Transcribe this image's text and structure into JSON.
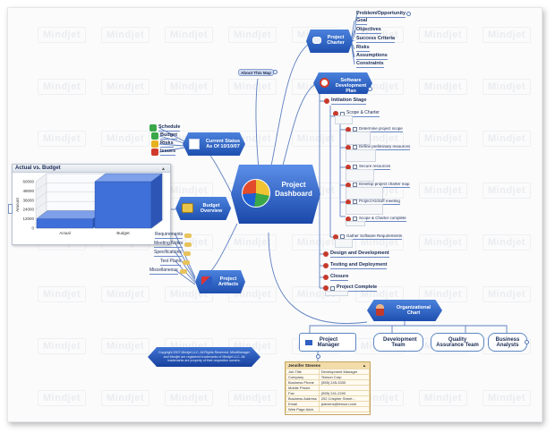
{
  "watermark_text": "Mindjet",
  "central": {
    "title": "Project Dashboard"
  },
  "about": "About This Map",
  "project_charter": {
    "title": "Project Charter",
    "items": [
      "Problem/Opportunity",
      "Goal",
      "Objectives",
      "Success Criteria",
      "Risks",
      "Assumptions",
      "Constraints"
    ]
  },
  "software_plan": {
    "title": "Software Development Plan"
  },
  "initiation": {
    "title": "Initiation Stage",
    "scope": "Scope & Charter",
    "tasks": [
      "Determine project scope",
      "Define preliminary resources",
      "Secure resources",
      "Develop project charter map",
      "Project Kickoff meeting",
      "Scope & Charter complete"
    ],
    "gather": "Gather Software Requirements"
  },
  "phases": [
    "Design and Development",
    "Testing and Deployment",
    "Closure"
  ],
  "project_complete": "Project Complete",
  "status": {
    "title": "Current Status As Of 10/10/07",
    "items": [
      "Schedule",
      "Budget",
      "Risks",
      "Issues"
    ]
  },
  "budget": {
    "title": "Budget Overview"
  },
  "artifacts": {
    "title": "Project Artifacts",
    "items": [
      "Requirements",
      "Meeting Notes",
      "Specifications",
      "Test Plans",
      "Miscellaneous"
    ]
  },
  "org": {
    "title": "Organizational Chart",
    "children": [
      "Project Manager",
      "Development Team",
      "Quality Assurance Team",
      "Business Analysts"
    ]
  },
  "contact": {
    "name": "Jennifer Stevens",
    "rows": [
      [
        "Job Title",
        "Development Manager"
      ],
      [
        "Company",
        "Tenson Corp"
      ],
      [
        "Business Phone",
        "(555) 245-3333"
      ],
      [
        "Mobile Phone",
        ""
      ],
      [
        "Fax",
        "(555) 241-2200"
      ],
      [
        "Business Address",
        "202 Crispher Street..."
      ],
      [
        "Email",
        "jstevens@tenson.com"
      ],
      [
        "Web Page Addr.",
        ""
      ]
    ]
  },
  "copyright": "Copyright 2007 Mindjet LLC. All Rights Reserved. MindManager and Mindjet are registered trademarks of Mindjet LLC. All trademarks are property of their respective owners.",
  "chart_data": {
    "type": "bar",
    "title": "Actual vs. Budget",
    "categories": [
      "Actual",
      "Budget"
    ],
    "values": [
      12000,
      60000
    ],
    "ylabel": "Amount",
    "ylim": [
      0,
      60000
    ],
    "yticks": [
      "60000",
      "48000",
      "36000",
      "24000",
      "12000",
      "0"
    ],
    "grid": true,
    "color": "#3f6fd8"
  }
}
